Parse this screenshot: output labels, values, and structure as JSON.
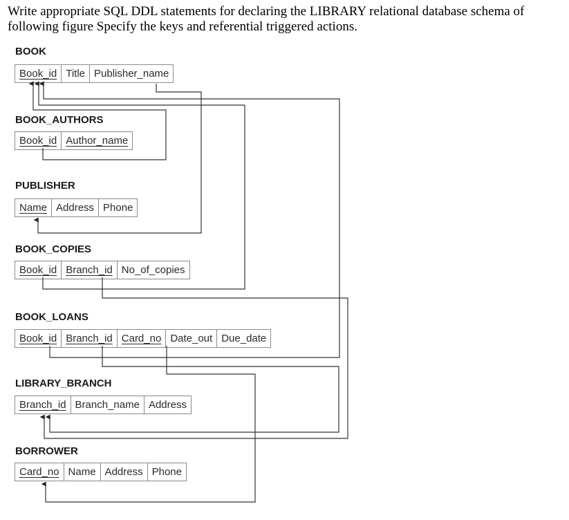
{
  "question": "Write appropriate SQL DDL statements for declaring the LIBRARY relational database schema of following figure Specify the keys and referential triggered actions.",
  "schema": [
    {
      "name": "BOOK",
      "attributes": [
        {
          "label": "Book_id",
          "key": true
        },
        {
          "label": "Title",
          "key": false
        },
        {
          "label": "Publisher_name",
          "key": false
        }
      ]
    },
    {
      "name": "BOOK_AUTHORS",
      "attributes": [
        {
          "label": "Book_id",
          "key": true
        },
        {
          "label": "Author_name",
          "key": true
        }
      ]
    },
    {
      "name": "PUBLISHER",
      "attributes": [
        {
          "label": "Name",
          "key": true
        },
        {
          "label": "Address",
          "key": false
        },
        {
          "label": "Phone",
          "key": false
        }
      ]
    },
    {
      "name": "BOOK_COPIES",
      "attributes": [
        {
          "label": "Book_id",
          "key": true
        },
        {
          "label": "Branch_id",
          "key": true
        },
        {
          "label": "No_of_copies",
          "key": false
        }
      ]
    },
    {
      "name": "BOOK_LOANS",
      "attributes": [
        {
          "label": "Book_id",
          "key": true
        },
        {
          "label": "Branch_id",
          "key": true
        },
        {
          "label": "Card_no",
          "key": true
        },
        {
          "label": "Date_out",
          "key": false
        },
        {
          "label": "Due_date",
          "key": false
        }
      ]
    },
    {
      "name": "LIBRARY_BRANCH",
      "attributes": [
        {
          "label": "Branch_id",
          "key": true
        },
        {
          "label": "Branch_name",
          "key": false
        },
        {
          "label": "Address",
          "key": false
        }
      ]
    },
    {
      "name": "BORROWER",
      "attributes": [
        {
          "label": "Card_no",
          "key": true
        },
        {
          "label": "Name",
          "key": false
        },
        {
          "label": "Address",
          "key": false
        },
        {
          "label": "Phone",
          "key": false
        }
      ]
    }
  ],
  "foreign_keys": [
    {
      "from": "BOOK_AUTHORS.Book_id",
      "to": "BOOK.Book_id"
    },
    {
      "from": "BOOK.Publisher_name",
      "to": "PUBLISHER.Name"
    },
    {
      "from": "BOOK_COPIES.Book_id",
      "to": "BOOK.Book_id"
    },
    {
      "from": "BOOK_COPIES.Branch_id",
      "to": "LIBRARY_BRANCH.Branch_id"
    },
    {
      "from": "BOOK_LOANS.Book_id",
      "to": "BOOK.Book_id"
    },
    {
      "from": "BOOK_LOANS.Branch_id",
      "to": "LIBRARY_BRANCH.Branch_id"
    },
    {
      "from": "BOOK_LOANS.Card_no",
      "to": "BORROWER.Card_no"
    }
  ]
}
